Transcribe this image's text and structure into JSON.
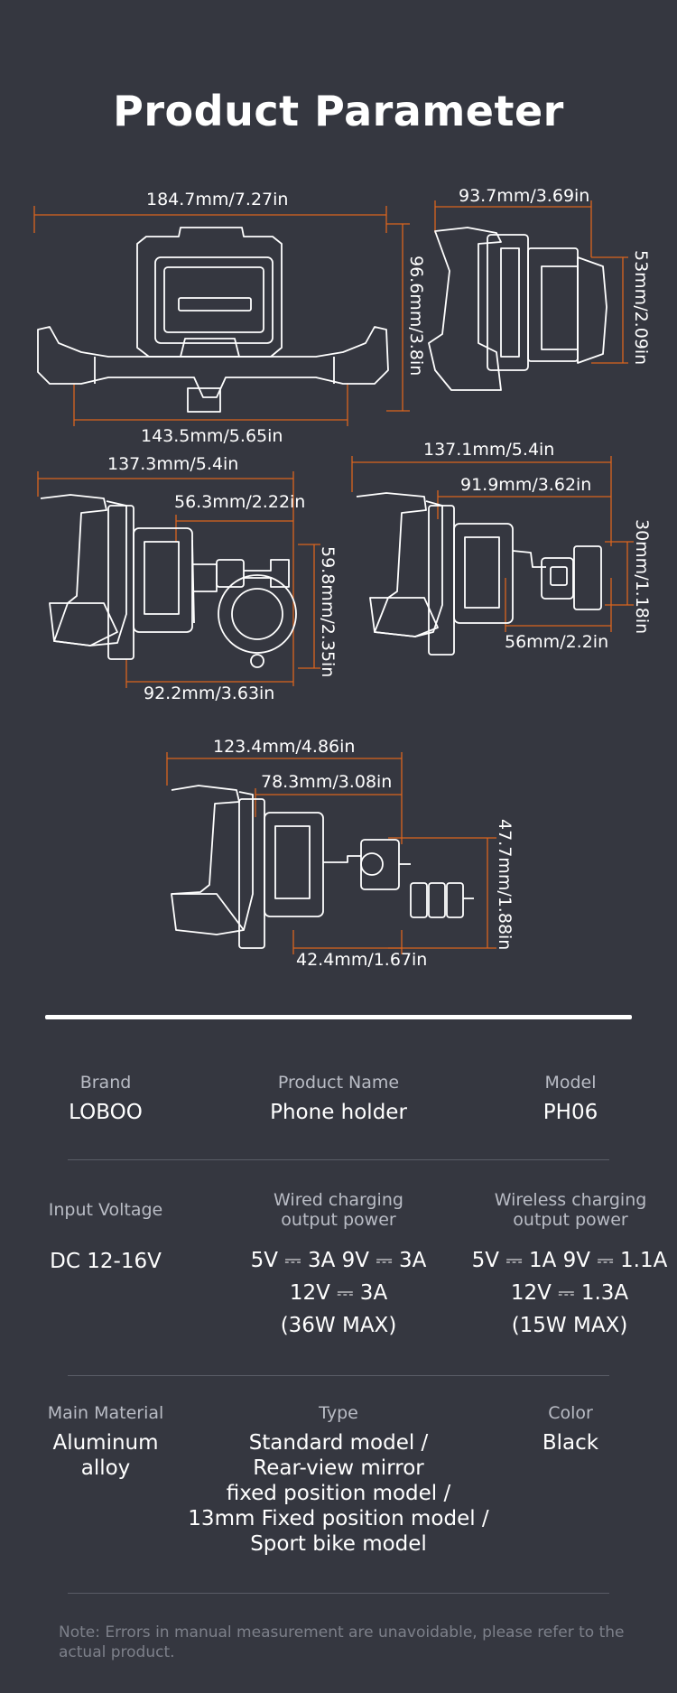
{
  "page": {
    "title": "Product Parameter"
  },
  "dimensions": {
    "top_front": {
      "width": "184.7mm/7.27in",
      "height": "96.6mm/3.8in",
      "base": "143.5mm/5.65in"
    },
    "top_side": {
      "width": "93.7mm/3.69in",
      "height": "53mm/2.09in"
    },
    "handlebar": {
      "width": "137.3mm/5.4in",
      "arm": "56.3mm/2.22in",
      "height": "59.8mm/2.35in",
      "base": "92.2mm/3.63in"
    },
    "mirror": {
      "width": "137.1mm/5.4in",
      "arm": "91.9mm/3.62in",
      "height": "30mm/1.18in",
      "base": "56mm/2.2in"
    },
    "fixed13": {
      "width": "123.4mm/4.86in",
      "arm": "78.3mm/3.08in",
      "height": "47.7mm/1.88in",
      "base": "42.4mm/1.67in"
    }
  },
  "specs": {
    "row1": [
      {
        "label": "Brand",
        "value": "LOBOO"
      },
      {
        "label": "Product Name",
        "value": "Phone holder"
      },
      {
        "label": "Model",
        "value": "PH06"
      }
    ],
    "row2": [
      {
        "label": "Input Voltage",
        "value": "DC 12-16V"
      },
      {
        "label_line1": "Wired charging",
        "label_line2": "output power",
        "value_line1": "5V ⎓ 3A  9V ⎓ 3A",
        "value_line2": "12V ⎓ 3A",
        "value_line3": "(36W MAX)"
      },
      {
        "label_line1": "Wireless charging",
        "label_line2": "output power",
        "value_line1": "5V ⎓ 1A  9V ⎓ 1.1A",
        "value_line2": "12V ⎓ 1.3A",
        "value_line3": "(15W MAX)"
      }
    ],
    "row3": [
      {
        "label": "Main Material",
        "value_line1": "Aluminum",
        "value_line2": "alloy"
      },
      {
        "label": "Type",
        "value_line1": "Standard model /",
        "value_line2": "Rear-view mirror",
        "value_line3": "fixed position model /",
        "value_line4": "13mm Fixed position model /",
        "value_line5": "Sport bike model"
      },
      {
        "label": "Color",
        "value": "Black"
      }
    ]
  },
  "note": "Note: Errors in manual measurement are unavoidable, please refer to the actual product.",
  "colors": {
    "background": "#353740",
    "dimension_line": "#d9641e",
    "outline": "#ffffff",
    "muted_text": "#b9bcc5"
  }
}
